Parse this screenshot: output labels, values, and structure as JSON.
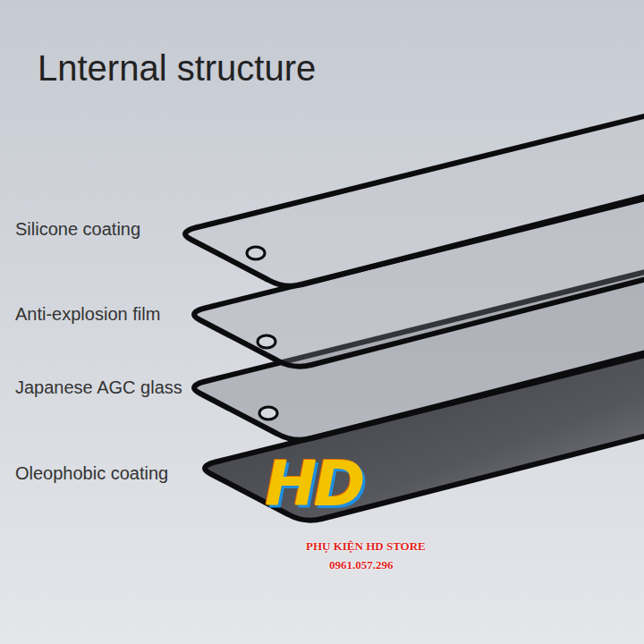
{
  "diagram": {
    "title": "Lnternal structure",
    "labels": [
      "Silicone coating",
      "Anti-explosion film",
      "Japanese AGC glass",
      "Oleophobic coating",
      "HD",
      "PHỤ KIỆN HD STORE",
      "0961.057.296"
    ]
  }
}
